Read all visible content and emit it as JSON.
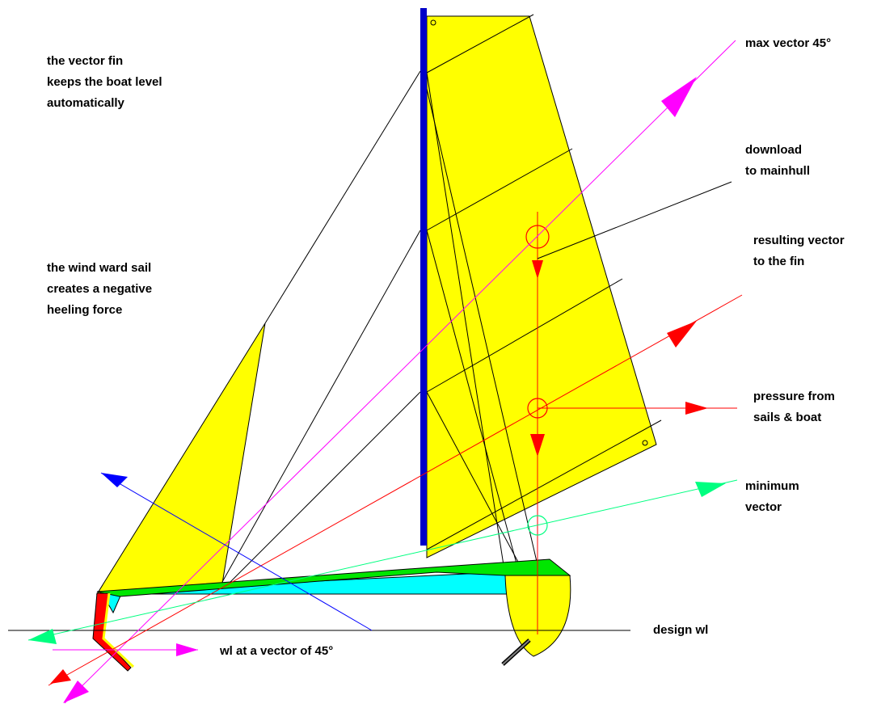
{
  "labels": {
    "vector_fin": [
      "the vector fin",
      "keeps the boat level",
      "automatically"
    ],
    "windward_sail": [
      "the wind ward sail",
      "creates a negative",
      "heeling force"
    ],
    "max_vector": "max vector 45°",
    "download": [
      "download",
      "to mainhull"
    ],
    "resulting_vector": [
      "resulting vector",
      "to the fin"
    ],
    "pressure": [
      "pressure from",
      "sails & boat"
    ],
    "minimum_vector": [
      "minimum",
      "vector"
    ],
    "design_wl": "design wl",
    "wl_45": "wl at a  vector of 45°"
  },
  "colors": {
    "sail": "#ffff00",
    "mast": "#0000c8",
    "deck": "#00e600",
    "hull": "#00ffff",
    "fin": "#ff0000",
    "max_vector": "#ff00ff",
    "resulting_vector": "#ff0000",
    "minimum_vector": "#00ff80",
    "blue_vector": "#0000ff",
    "line": "#000000"
  }
}
